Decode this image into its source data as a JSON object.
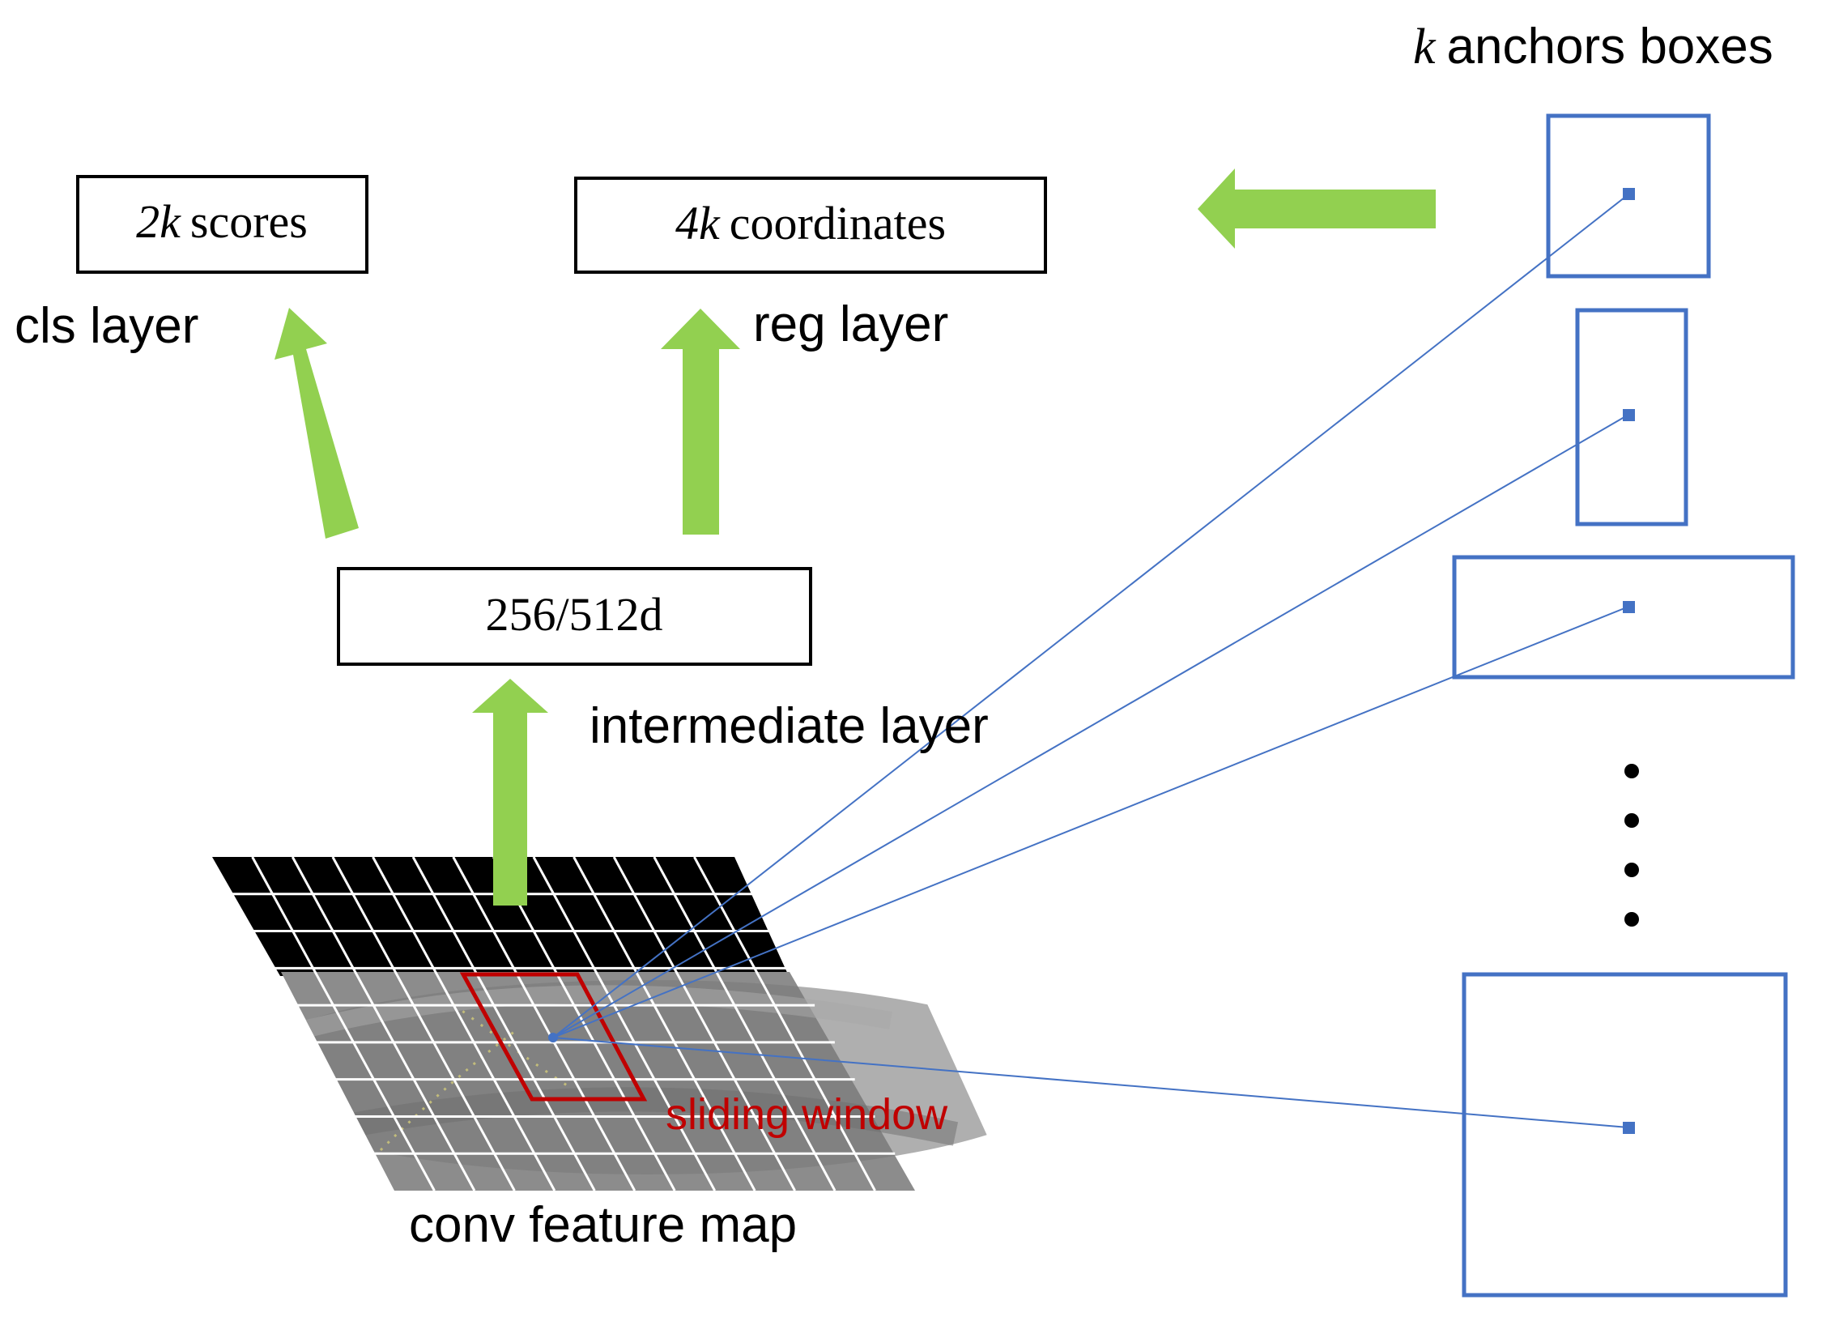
{
  "labels": {
    "anchors_k": "k",
    "anchors_text": "anchors boxes",
    "scores_k": "2k",
    "scores_text": "scores",
    "coords_k": "4k",
    "coords_text": "coordinates",
    "cls_layer": "cls layer",
    "reg_layer": "reg layer",
    "intermediate_box": "256/512d",
    "intermediate_layer": "intermediate layer",
    "sliding_window": "sliding window",
    "conv_feature_map": "conv feature map"
  },
  "colors": {
    "arrow": "#92d050",
    "anchor": "#4472c4",
    "sliding_window": "#c00000",
    "box_border": "#000000"
  }
}
